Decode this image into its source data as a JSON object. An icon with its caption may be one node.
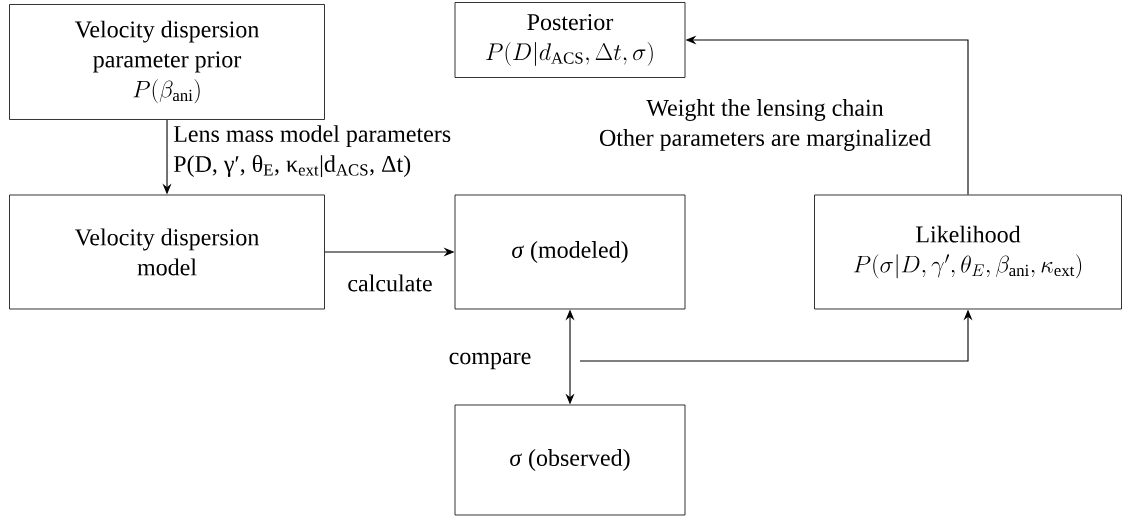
{
  "diagram": {
    "nodes": [
      {
        "text": [
          "Velocity dispersion parameter prior",
          "P(\\beta_{\\mathrm{ani}})"
        ]
      },
      {
        "text": [
          "Posterior",
          "P(D|d_{\\mathrm{ACS}},\\Delta t,\\sigma)"
        ]
      },
      {
        "text": [
          "Velocity dispersion model"
        ]
      },
      {
        "text": [
          "*σ* (modeled)"
        ]
      },
      {
        "text": [
          "Likelihood",
          "P(\\sigma|D,\\gamma',\\theta_E,\\beta_{\\mathrm{ani}},\\kappa_{\\mathrm{ext}})"
        ]
      },
      {
        "text": [
          "*σ* (observed)"
        ]
      }
    ],
    "edges": [
      {
        "from": 0,
        "to": 2,
        "arrow": "to",
        "label": "Lens mass model parameters P(D, γ′, θ$_{E}$, κ$_{ext}$|d$_{ACS}$, Δt)"
      },
      {
        "from": 2,
        "to": 3,
        "arrow": "to",
        "label": "calculate"
      },
      {
        "from": 3,
        "to": 5,
        "arrow": "both",
        "label": "compare"
      },
      {
        "from": null,
        "to": 4,
        "arrow": "to"
      },
      {
        "from": 4,
        "to": 1,
        "arrow": "to",
        "label": "Weight the lensing chain Other parameters are marginalized"
      }
    ]
  }
}
